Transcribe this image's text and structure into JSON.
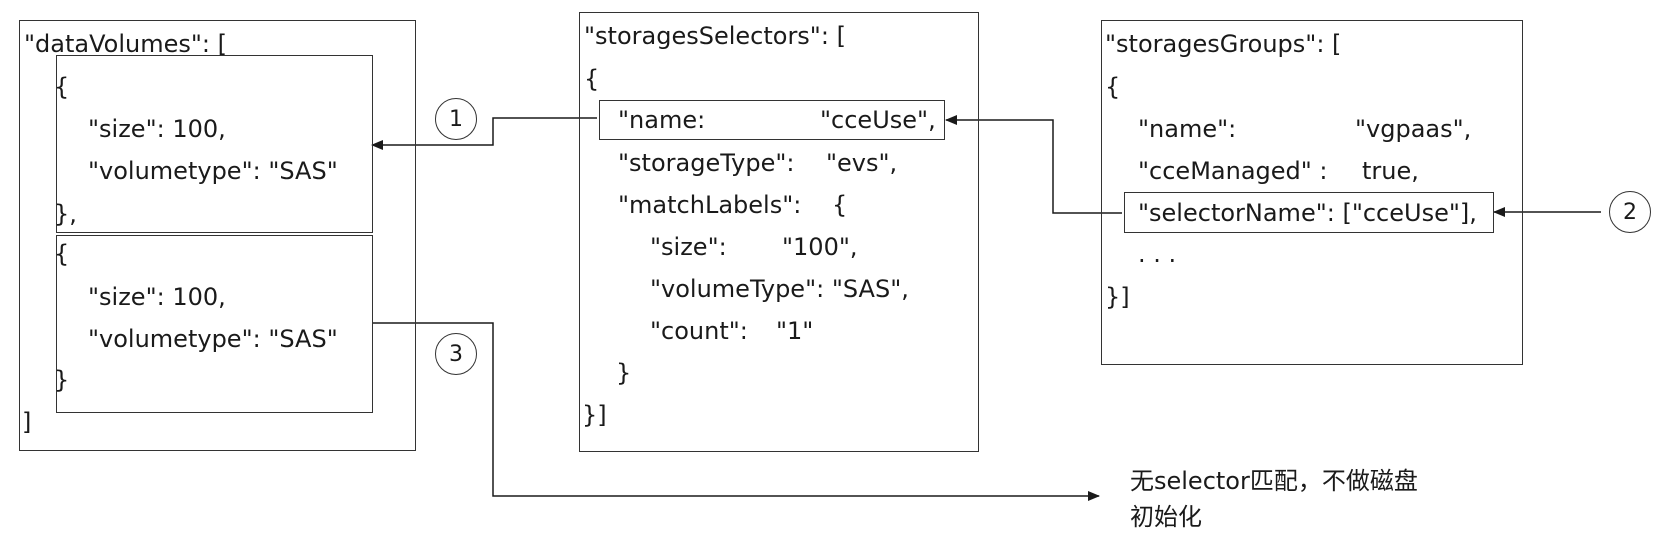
{
  "data_volumes": {
    "header": "\"dataVolumes\": [",
    "item1": {
      "open": "{",
      "size": "\"size\": 100,",
      "volumetype": "\"volumetype\": \"SAS\"",
      "close": "},"
    },
    "item2": {
      "open": "{",
      "size": "\"size\": 100,",
      "volumetype": "\"volumetype\": \"SAS\"",
      "close": "}"
    },
    "footer": "]"
  },
  "storages_selectors": {
    "header": "\"storagesSelectors\": [",
    "open": "{",
    "name_key": "\"name:",
    "name_value": "\"cceUse\",",
    "storage_type_key": "\"storageType\":",
    "storage_type_value": "\"evs\",",
    "match_labels_key": "\"matchLabels\":",
    "match_labels_open": "{",
    "size_key": "\"size\":",
    "size_value": "\"100\",",
    "volume_type": "\"volumeType\": \"SAS\",",
    "count_key": "\"count\":",
    "count_value": "\"1\"",
    "match_labels_close": "}",
    "footer": "}]"
  },
  "storages_groups": {
    "header": "\"storagesGroups\": [",
    "open": "{",
    "name_key": "\"name\":",
    "name_value": "\"vgpaas\",",
    "cce_managed_key": "\"cceManaged\" :",
    "cce_managed_value": "true,",
    "selector_name": "\"selectorName\": [\"cceUse\"],",
    "ellipsis": ". . .",
    "footer": "}]"
  },
  "markers": {
    "one": "1",
    "two": "2",
    "three": "3"
  },
  "note": "无selector匹配，不做磁盘初始化"
}
